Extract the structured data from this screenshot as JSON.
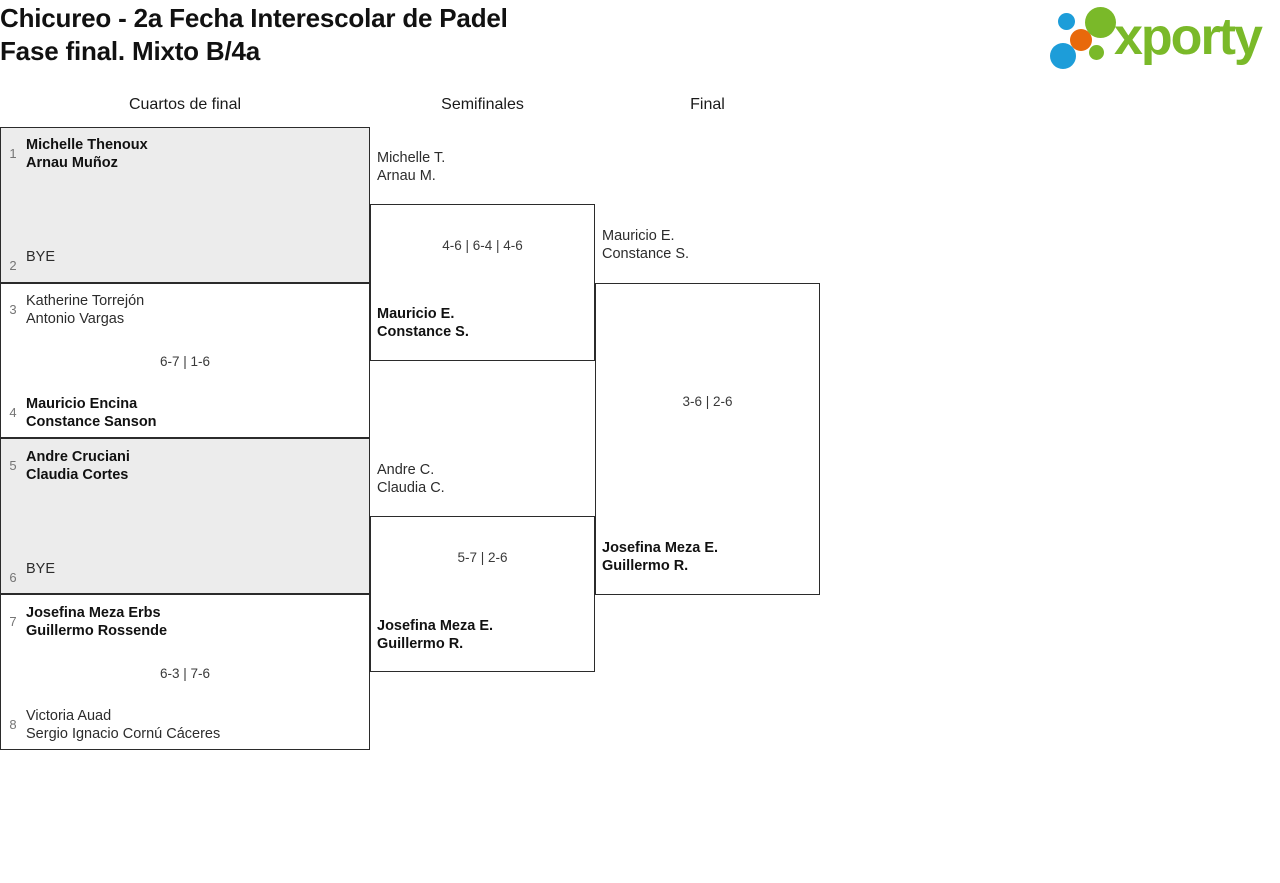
{
  "header": {
    "title_line1": "Chicureo - 2a Fecha Interescolar de Padel",
    "title_line2": "Fase final. Mixto B/4a",
    "logo_text": "xporty"
  },
  "colors": {
    "brand_green": "#7ab929",
    "brand_blue": "#1d9dd9",
    "brand_orange": "#e8690b",
    "shaded_row": "#ececec",
    "border": "#2b2b2b"
  },
  "rounds": [
    {
      "label": "Cuartos de final"
    },
    {
      "label": "Semifinales"
    },
    {
      "label": "Final"
    }
  ],
  "quarterfinals": [
    {
      "top": {
        "seed": "1",
        "line1": "Michelle Thenoux",
        "line2": "Arnau Muñoz",
        "winner": true
      },
      "bottom": {
        "seed": "2",
        "line1": "BYE",
        "line2": "",
        "winner": false
      },
      "score": ""
    },
    {
      "top": {
        "seed": "3",
        "line1": "Katherine Torrejón",
        "line2": "Antonio Vargas",
        "winner": false
      },
      "bottom": {
        "seed": "4",
        "line1": "Mauricio Encina",
        "line2": "Constance Sanson",
        "winner": true
      },
      "score": "6-7 | 1-6"
    },
    {
      "top": {
        "seed": "5",
        "line1": "Andre Cruciani",
        "line2": "Claudia Cortes",
        "winner": true
      },
      "bottom": {
        "seed": "6",
        "line1": "BYE",
        "line2": "",
        "winner": false
      },
      "score": ""
    },
    {
      "top": {
        "seed": "7",
        "line1": "Josefina Meza Erbs",
        "line2": "Guillermo Rossende",
        "winner": true
      },
      "bottom": {
        "seed": "8",
        "line1": "Victoria Auad",
        "line2": "Sergio Ignacio Cornú Cáceres",
        "winner": false
      },
      "score": "6-3 | 7-6"
    }
  ],
  "semifinals": [
    {
      "top": {
        "line1": "Michelle T.",
        "line2": "Arnau M.",
        "winner": false
      },
      "bottom": {
        "line1": "Mauricio E.",
        "line2": "Constance S.",
        "winner": true
      },
      "score": "4-6 | 6-4 | 4-6"
    },
    {
      "top": {
        "line1": "Andre C.",
        "line2": "Claudia C.",
        "winner": false
      },
      "bottom": {
        "line1": "Josefina Meza E.",
        "line2": "Guillermo R.",
        "winner": true
      },
      "score": "5-7 | 2-6"
    }
  ],
  "final": [
    {
      "top": {
        "line1": "Mauricio E.",
        "line2": "Constance S.",
        "winner": false
      },
      "bottom": {
        "line1": "Josefina Meza E.",
        "line2": "Guillermo R.",
        "winner": true
      },
      "score": "3-6 | 2-6"
    }
  ]
}
